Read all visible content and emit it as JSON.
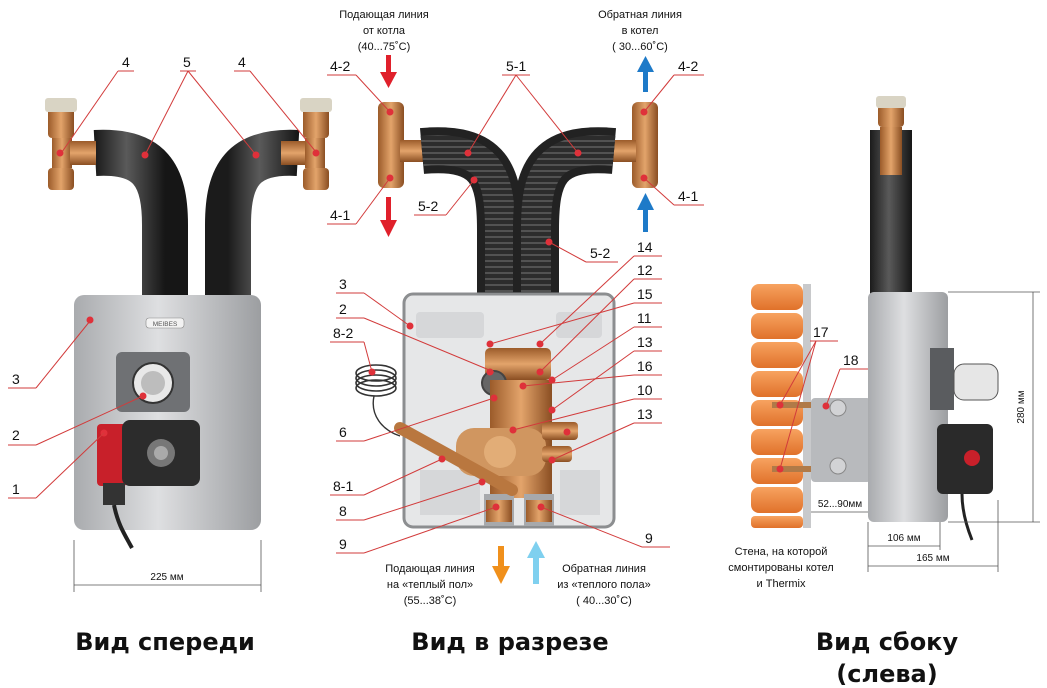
{
  "captions": {
    "front": "Вид спереди",
    "section": "Вид в разрезе",
    "side_line1": "Вид сбоку",
    "side_line2": "(слева)"
  },
  "flows": {
    "supply_from_boiler": [
      "Подающая линия",
      "от котла",
      "(40...75˚С)"
    ],
    "return_to_boiler": [
      "Обратная линия",
      "в котел",
      "( 30...60˚С)"
    ],
    "supply_floor": [
      "Подающая линия",
      "на «теплый пол»",
      "(55...38˚С)"
    ],
    "return_floor": [
      "Обратная линия",
      "из «теплого пола»",
      "( 40...30˚С)"
    ]
  },
  "dimensions": {
    "front_width": "225 мм",
    "side_height": "280 мм",
    "wall_gap": "52...90мм",
    "depth_106": "106 мм",
    "depth_165": "165 мм"
  },
  "wall_note": [
    "Стена, на которой",
    "смонтированы котел",
    "и Thermix"
  ],
  "brand": "MEIBES",
  "callouts": {
    "front": [
      "4",
      "5",
      "4",
      "3",
      "2",
      "1"
    ],
    "section": [
      "4-2",
      "4-1",
      "5-1",
      "5-2",
      "4-2",
      "4-1",
      "5-2",
      "14",
      "12",
      "15",
      "11",
      "13",
      "16",
      "10",
      "13",
      "3",
      "2",
      "8-2",
      "6",
      "8-1",
      "8",
      "9",
      "9"
    ],
    "side": [
      "17",
      "18"
    ]
  },
  "colors": {
    "supply_arrow": "#e0202b",
    "return_arrow": "#1e7ac8",
    "floor_supply_arrow": "#f0901c",
    "floor_return_arrow": "#7fd0ef",
    "leader": "#d23b3b",
    "pump_red": "#c8202a",
    "housing": "#c9cbcd",
    "pipe_insulation": "#2a2a2a",
    "brass": "#c9874e",
    "brick": "#f08a3c"
  }
}
